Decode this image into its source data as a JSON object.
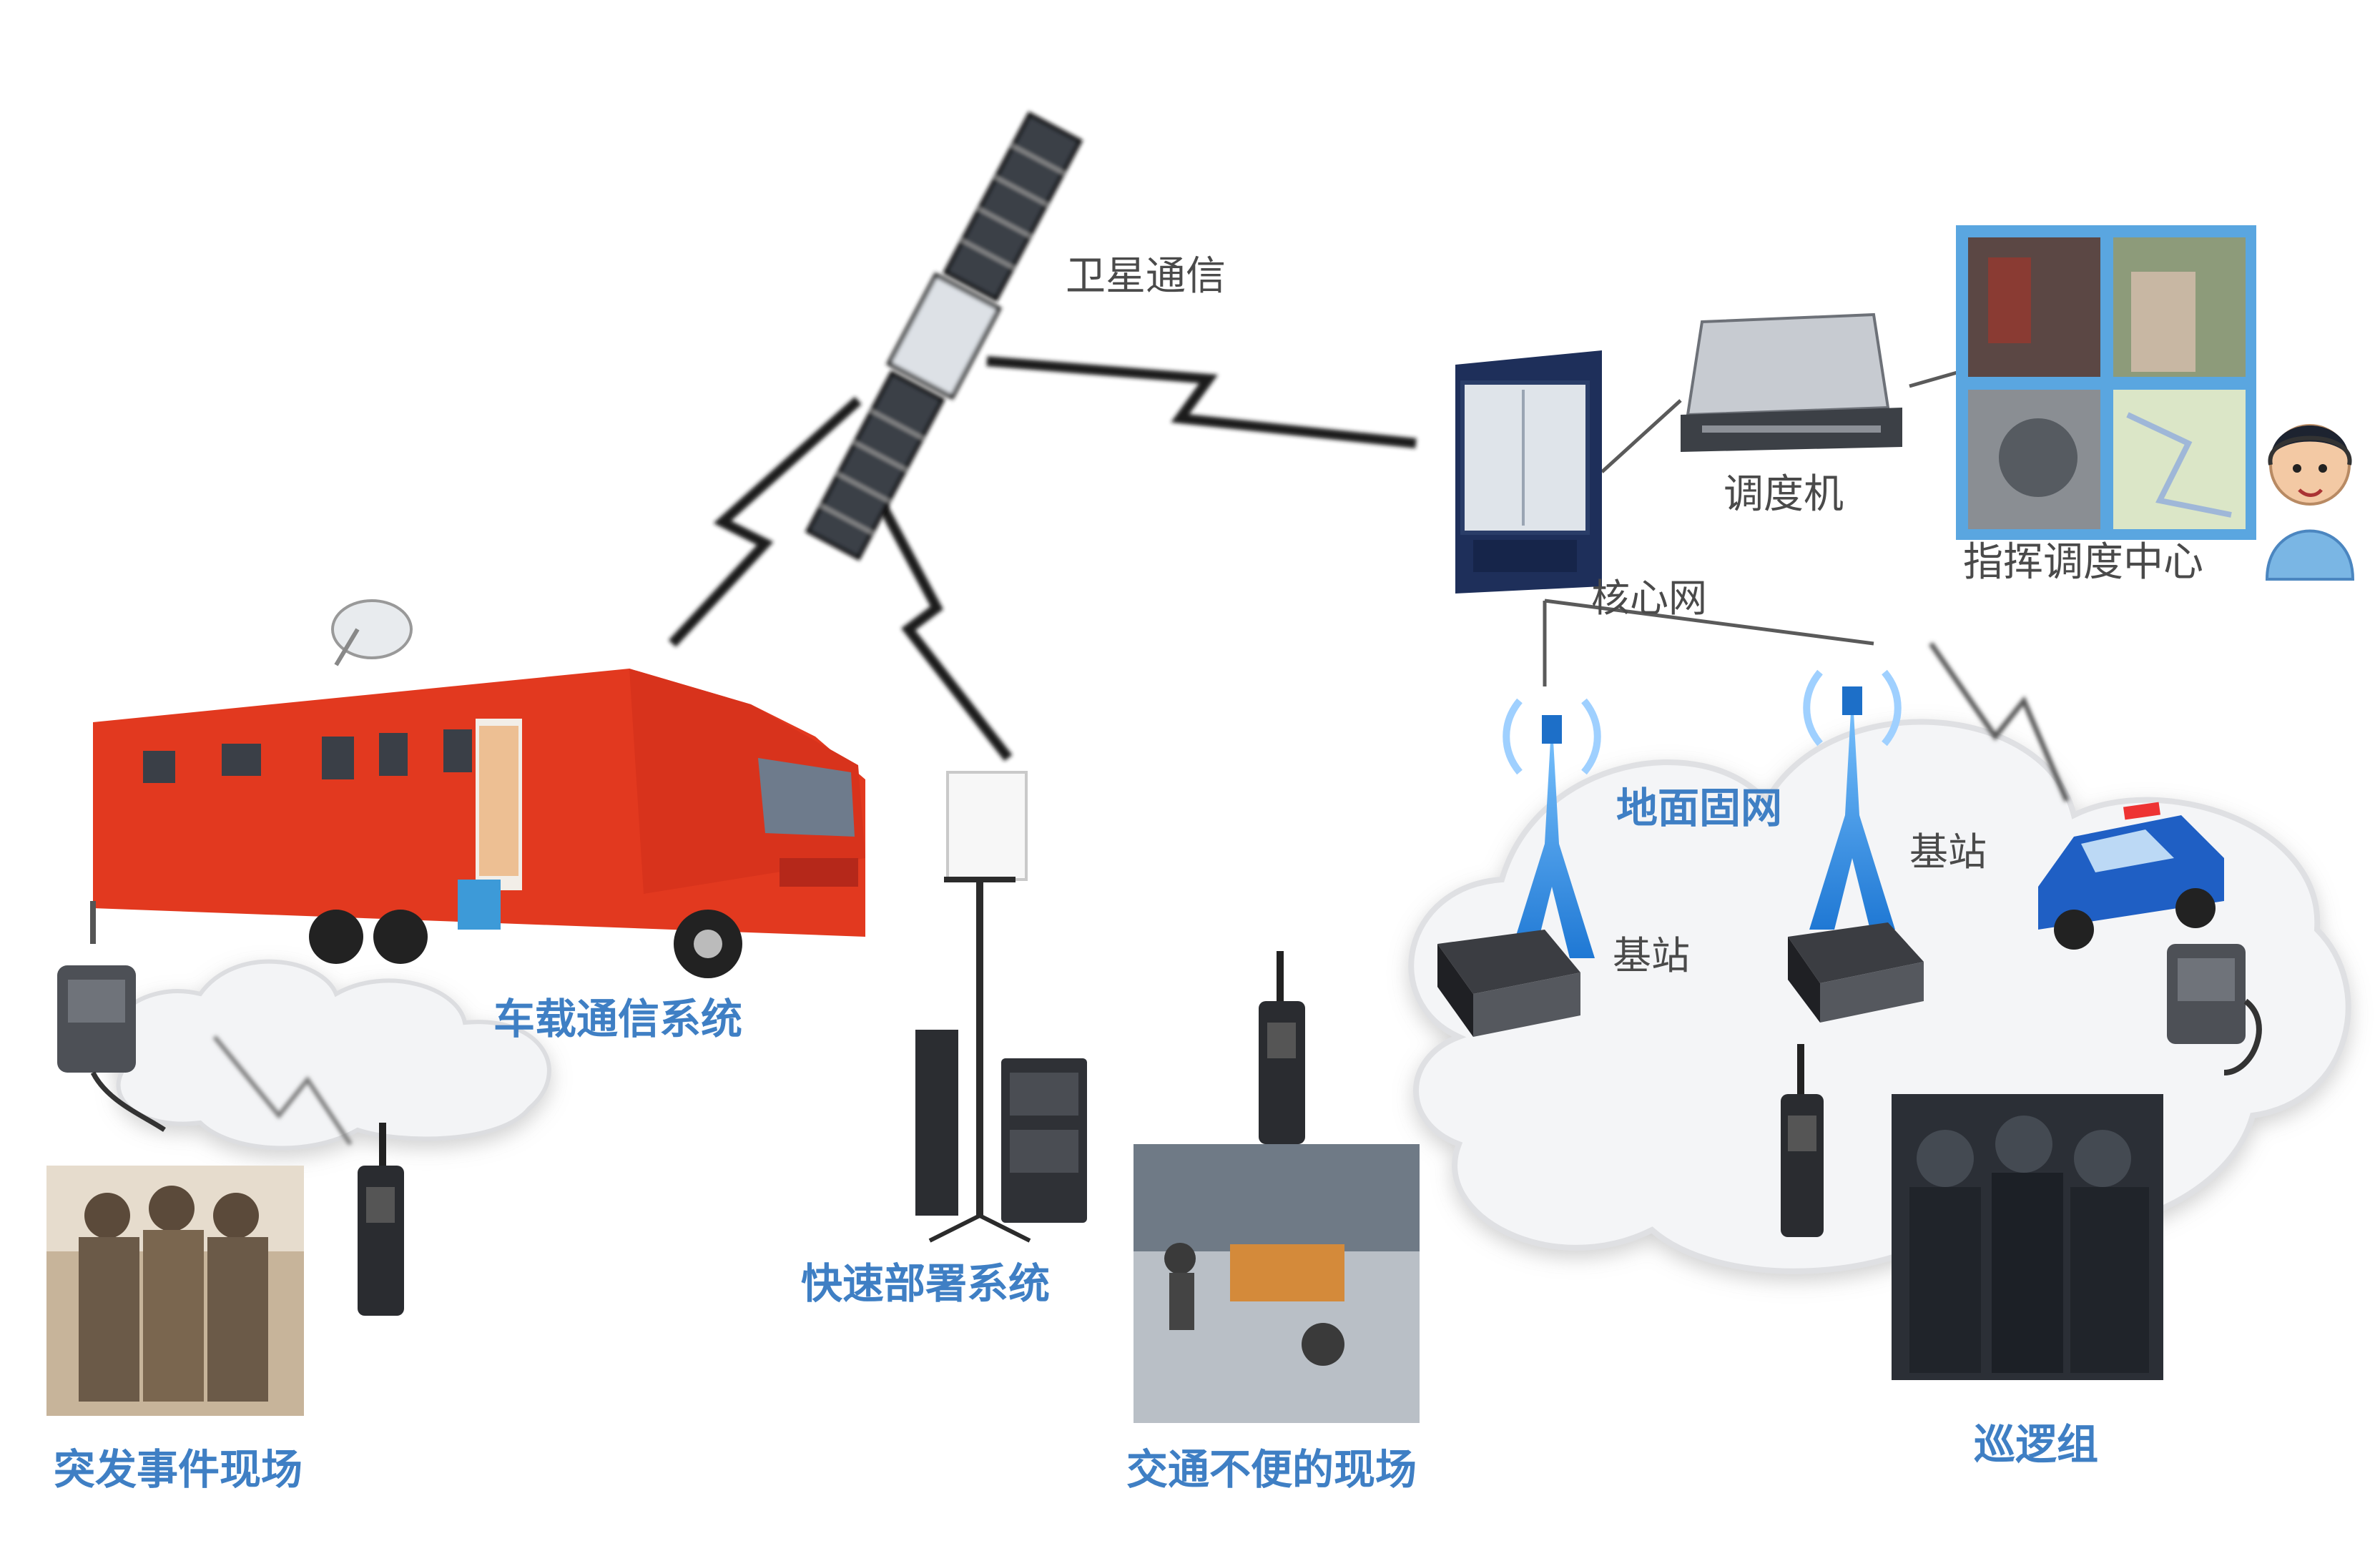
{
  "labels": {
    "satellite_comm": "卫星通信",
    "dispatcher": "调度机",
    "command_center": "指挥调度中心",
    "core_network": "核心网",
    "ground_fixed_network": "地面固网",
    "base_station_1": "基站",
    "base_station_2": "基站",
    "vehicle_comm_system": "车载通信系统",
    "rapid_deploy_system": "快速部署系统",
    "incident_scene": "突发事件现场",
    "traffic_scene": "交通不便的现场",
    "patrol_group": "巡逻组"
  },
  "colors": {
    "label_blue": "#3f7fc4",
    "label_dark": "#4a4a4a",
    "truck_red": "#e2391f",
    "tower_blue": "#2f8fe0",
    "cloud": "#f4f5f7"
  },
  "icons": [
    "satellite-icon",
    "rack-server-icon",
    "dispatcher-device-icon",
    "video-wall-icon",
    "operator-icon",
    "tower-icon",
    "radio-device-icon",
    "police-car-icon",
    "walkie-talkie-icon",
    "truck-icon",
    "antenna-mast-icon"
  ]
}
